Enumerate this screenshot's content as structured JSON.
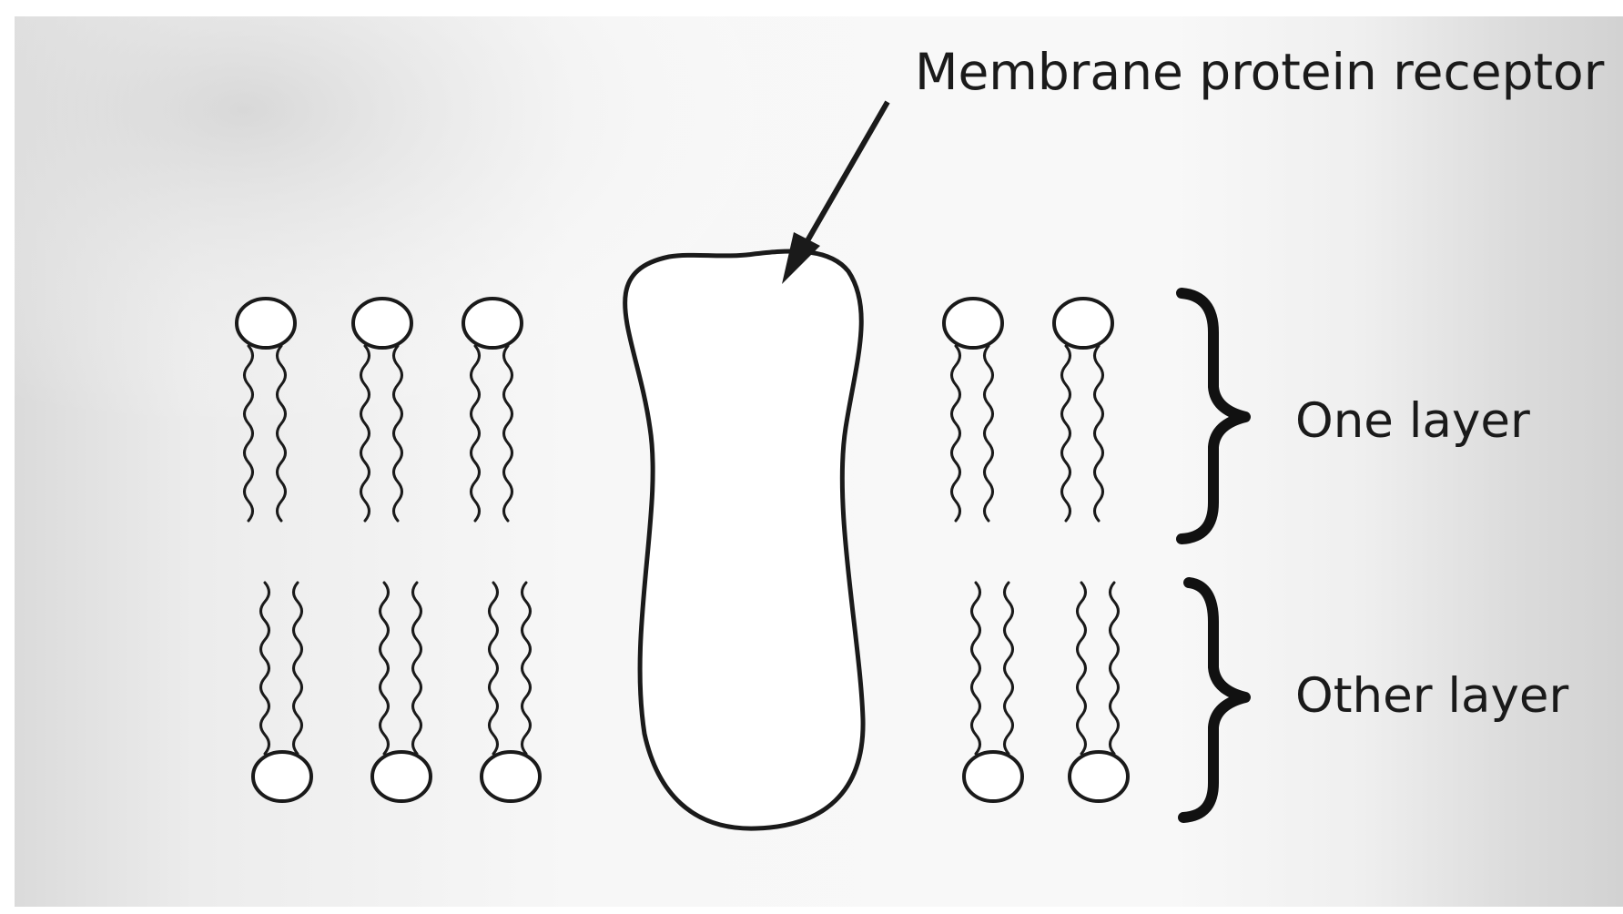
{
  "labels": {
    "receptor": "Membrane protein receptor",
    "layer_one": "One layer",
    "layer_other": "Other layer"
  },
  "colors": {
    "ink": "#1a1a1a",
    "paper": "#f2f2f2",
    "paper_shadow": "#d7d7d7"
  }
}
